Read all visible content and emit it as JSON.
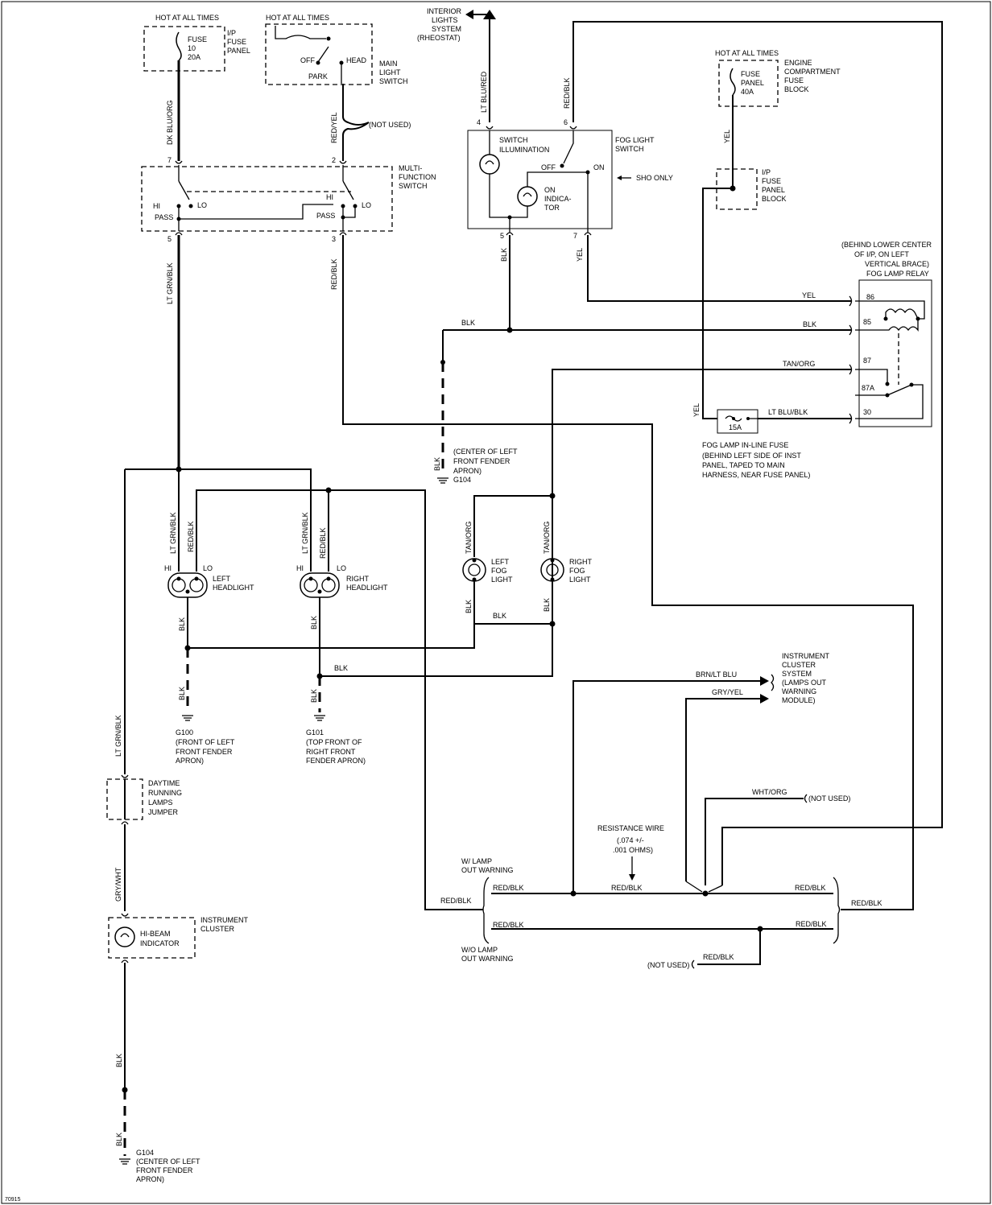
{
  "top": {
    "hot_1": "HOT AT ALL TIMES",
    "hot_2": "HOT AT ALL TIMES",
    "hot_3": "HOT AT ALL TIMES",
    "fuse10_l1": "FUSE",
    "fuse10_l2": "10",
    "fuse10_l3": "20A",
    "ip_fuse_panel_l1": "I/P",
    "ip_fuse_panel_l2": "FUSE",
    "ip_fuse_panel_l3": "PANEL",
    "off": "OFF",
    "head": "HEAD",
    "park": "PARK",
    "main_l1": "MAIN",
    "main_l2": "LIGHT",
    "main_l3": "SWITCH",
    "interior_l1": "INTERIOR",
    "interior_l2": "LIGHTS",
    "interior_l3": "SYSTEM",
    "interior_l4": "(RHEOSTAT)",
    "engine_l1": "ENGINE",
    "engine_l2": "COMPARTMENT",
    "engine_l3": "FUSE",
    "engine_l4": "BLOCK",
    "fuse40_l1": "FUSE",
    "fuse40_l2": "PANEL",
    "fuse40_l3": "40A"
  },
  "wires": {
    "dk_blu_org": "DK BLU/ORG",
    "red_yel": "RED/YEL",
    "not_used": "(NOT USED)",
    "lt_blu_red": "LT BLU/RED",
    "red_blk": "RED/BLK",
    "yel": "YEL",
    "lt_grn_blk": "LT GRN/BLK",
    "blk": "BLK",
    "tan_org": "TAN/ORG",
    "lt_blu_blk": "LT BLU/BLK",
    "brn_lt_blu": "BRN/LT BLU",
    "gry_yel": "GRY/YEL",
    "wht_org": "WHT/ORG",
    "gry_wht": "GRY/WHT"
  },
  "pins": {
    "p7": "7",
    "p2": "2",
    "p5": "5",
    "p3": "3",
    "p4": "4",
    "p6": "6",
    "p5b": "5",
    "p7b": "7",
    "r86": "86",
    "r85": "85",
    "r87": "87",
    "r87a": "87A",
    "r30": "30"
  },
  "multifunction": {
    "l1": "MULTI-",
    "l2": "FUNCTION",
    "l3": "SWITCH",
    "hi": "HI",
    "lo": "LO",
    "pass": "PASS"
  },
  "foglight_switch": {
    "switch": "SWITCH",
    "illumination": "ILLUMINATION",
    "title_l1": "FOG LIGHT",
    "title_l2": "SWITCH",
    "off": "OFF",
    "on": "ON",
    "ind_l1": "ON",
    "ind_l2": "INDICA-",
    "ind_l3": "TOR",
    "sho_only": "SHO ONLY"
  },
  "ip_fuse_block": {
    "l1": "I/P",
    "l2": "FUSE",
    "l3": "PANEL",
    "l4": "BLOCK"
  },
  "relay": {
    "note_l1": "(BEHIND LOWER CENTER",
    "note_l2": "OF I/P, ON LEFT",
    "note_l3": "VERTICAL BRACE)",
    "title": "FOG LAMP RELAY"
  },
  "inline_fuse": {
    "rating": "15A",
    "l1": "FOG LAMP IN-LINE FUSE",
    "l2": "(BEHIND LEFT SIDE OF INST",
    "l3": "PANEL, TAPED TO MAIN",
    "l4": "HARNESS, NEAR FUSE PANEL)"
  },
  "grounds": {
    "g104_note_l1": "(CENTER OF LEFT",
    "g104_note_l2": "FRONT FENDER",
    "g104_note_l3": "APRON)",
    "g104": "G104",
    "g100": "G100",
    "g100_l1": "(FRONT OF LEFT",
    "g100_l2": "FRONT FENDER",
    "g100_l3": "APRON)",
    "g101": "G101",
    "g101_l1": "(TOP FRONT OF",
    "g101_l2": "RIGHT FRONT",
    "g101_l3": "FENDER APRON)",
    "g104b": "G104",
    "g104b_l1": "(CENTER OF LEFT",
    "g104b_l2": "FRONT FENDER",
    "g104b_l3": "APRON)"
  },
  "lamps": {
    "hi": "HI",
    "lo": "LO",
    "left_hl_l1": "LEFT",
    "left_hl_l2": "HEADLIGHT",
    "right_hl_l1": "RIGHT",
    "right_hl_l2": "HEADLIGHT",
    "left_fog_l1": "LEFT",
    "left_fog_l2": "FOG",
    "left_fog_l3": "LIGHT",
    "right_fog_l1": "RIGHT",
    "right_fog_l2": "FOG",
    "right_fog_l3": "LIGHT"
  },
  "cluster": {
    "l1": "INSTRUMENT",
    "l2": "CLUSTER",
    "l3": "SYSTEM",
    "l4": "(LAMPS OUT",
    "l5": "WARNING",
    "l6": "MODULE)"
  },
  "bottom": {
    "not_used": "(NOT USED)",
    "not_used_2": "(NOT USED)",
    "resistance_l1": "RESISTANCE WIRE",
    "resistance_l2": "(.074 +/-",
    "resistance_l3": ".001 OHMS)",
    "w_lamp_l1": "W/ LAMP",
    "w_lamp_l2": "OUT WARNING",
    "wo_lamp_l1": "W/O LAMP",
    "wo_lamp_l2": "OUT WARNING"
  },
  "drl": {
    "l1": "DAYTIME",
    "l2": "RUNNING",
    "l3": "LAMPS",
    "l4": "JUMPER"
  },
  "hibeam": {
    "l1": "HI-BEAM",
    "l2": "INDICATOR",
    "cluster_l1": "INSTRUMENT",
    "cluster_l2": "CLUSTER"
  },
  "footer": {
    "code": "70915"
  }
}
